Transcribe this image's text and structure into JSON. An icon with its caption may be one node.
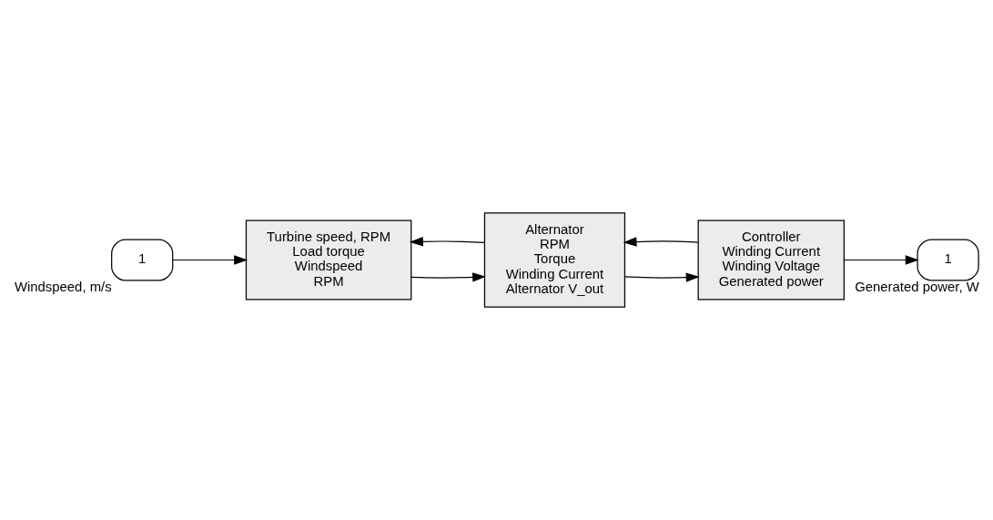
{
  "diagram": {
    "nodes": [
      {
        "text": [
          "1"
        ],
        "beside": [
          "Windspeed, m/s"
        ]
      },
      {
        "text": [
          "Turbine speed, RPM",
          "Load torque",
          "Windspeed",
          "RPM"
        ]
      },
      {
        "text": [
          "Alternator",
          "RPM",
          "Torque",
          "Winding Current",
          "Alternator V_out"
        ]
      },
      {
        "text": [
          "Controller",
          "Winding Current",
          "Winding Voltage",
          "Generated power"
        ]
      },
      {
        "text": [
          "1"
        ],
        "beside": [
          "Generated power, W"
        ]
      }
    ],
    "edges": [
      {
        "from": 0,
        "to": 1,
        "arrow": "to"
      },
      {
        "from": 1,
        "to": 2,
        "arrow": "to"
      },
      {
        "from": 2,
        "to": 1,
        "arrow": "to"
      },
      {
        "from": 2,
        "to": 3,
        "arrow": "to"
      },
      {
        "from": 3,
        "to": 2,
        "arrow": "to"
      },
      {
        "from": 3,
        "to": 4,
        "arrow": "to"
      }
    ]
  }
}
